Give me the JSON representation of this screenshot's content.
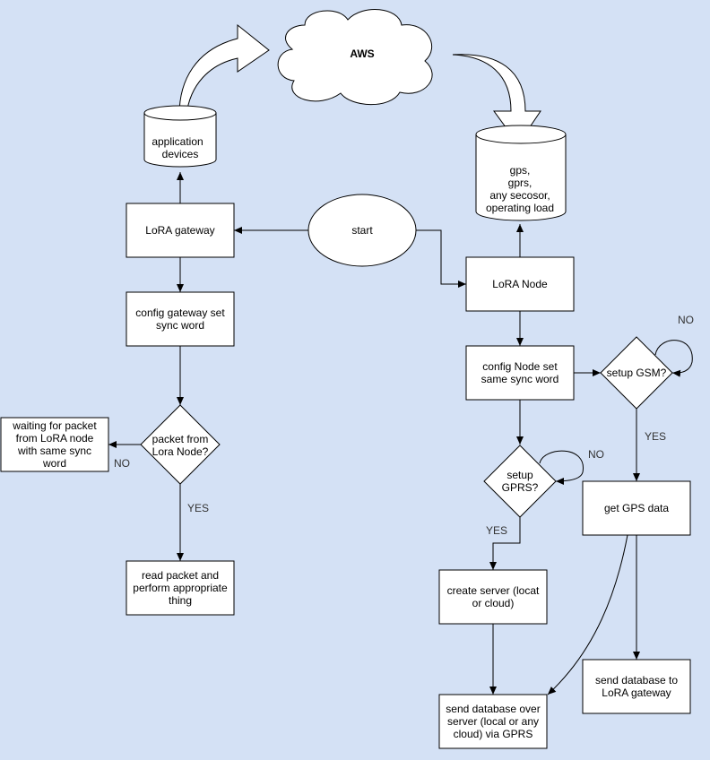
{
  "nodes": {
    "aws": "AWS",
    "app_devices": [
      "application",
      "devices"
    ],
    "node_db": [
      "gps,",
      "gprs,",
      "any secosor,",
      "operating load"
    ],
    "start": "start",
    "lora_gateway": "LoRA gateway",
    "lora_node": "LoRA Node",
    "config_gateway": [
      "config gateway set",
      "sync word"
    ],
    "config_node": [
      "config Node set",
      "same sync word"
    ],
    "setup_gsm": "setup GSM?",
    "packet_question": [
      "packet from",
      "Lora Node?"
    ],
    "waiting_packet": [
      "waiting for packet",
      "from LoRA node",
      "with same sync",
      "word"
    ],
    "setup_gprs": [
      "setup",
      "GPRS?"
    ],
    "get_gps": "get GPS data",
    "read_packet": [
      "read packet and",
      "perform appropriate",
      "thing"
    ],
    "create_server": [
      "create server (locat",
      "or cloud)"
    ],
    "send_db_gateway": [
      "send database to",
      "LoRA gateway"
    ],
    "send_db_server": [
      "send database over",
      "server (local or any",
      "cloud) via GPRS"
    ]
  },
  "edge_labels": {
    "gsm_no": "NO",
    "gsm_yes": "YES",
    "packet_no": "NO",
    "packet_yes": "YES",
    "gprs_no": "NO",
    "gprs_yes": "YES"
  },
  "colors": {
    "background": "#d4e1f5",
    "shape_fill": "#ffffff",
    "stroke": "#000000"
  }
}
